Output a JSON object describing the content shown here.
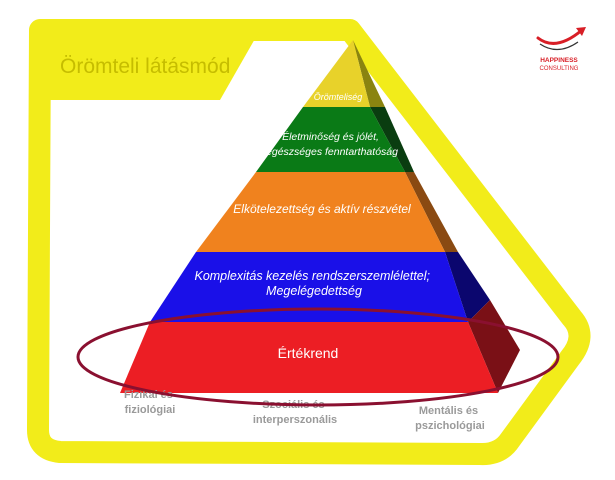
{
  "header": {
    "title": "Örömteli látásmód"
  },
  "logo": {
    "line1": "HAPPINESS",
    "line2": "CONSULTING"
  },
  "pyramid": {
    "levels": [
      {
        "label_lines": [
          "Örömteliség"
        ],
        "color": "#e8d22a"
      },
      {
        "label_lines": [
          "Életminőség és jólét,",
          "egészséges fenntarthatóság"
        ],
        "color": "#0a7a16"
      },
      {
        "label_lines": [
          "Elkötelezettség és aktív részvétel"
        ],
        "color": "#f0821e"
      },
      {
        "label_lines": [
          "Komplexitás kezelés rendszerszemlélettel;",
          "Megelégedettség"
        ],
        "color": "#1a10e8"
      },
      {
        "label_lines": [
          "Értékrend"
        ],
        "color": "#ec1e24"
      }
    ]
  },
  "dimensions": {
    "physical": [
      "Fizikai és",
      "fiziológiai"
    ],
    "social": [
      "Szociális és",
      "interperszonális"
    ],
    "mental": [
      "Mentális és",
      "pszichológiai"
    ]
  },
  "colors": {
    "frame": "#f2ec1a",
    "frame_stroke": "#e2dc10",
    "ellipse": "#8a1030",
    "dimension_text": "#9a9a9a",
    "logo_red": "#d81e26"
  }
}
